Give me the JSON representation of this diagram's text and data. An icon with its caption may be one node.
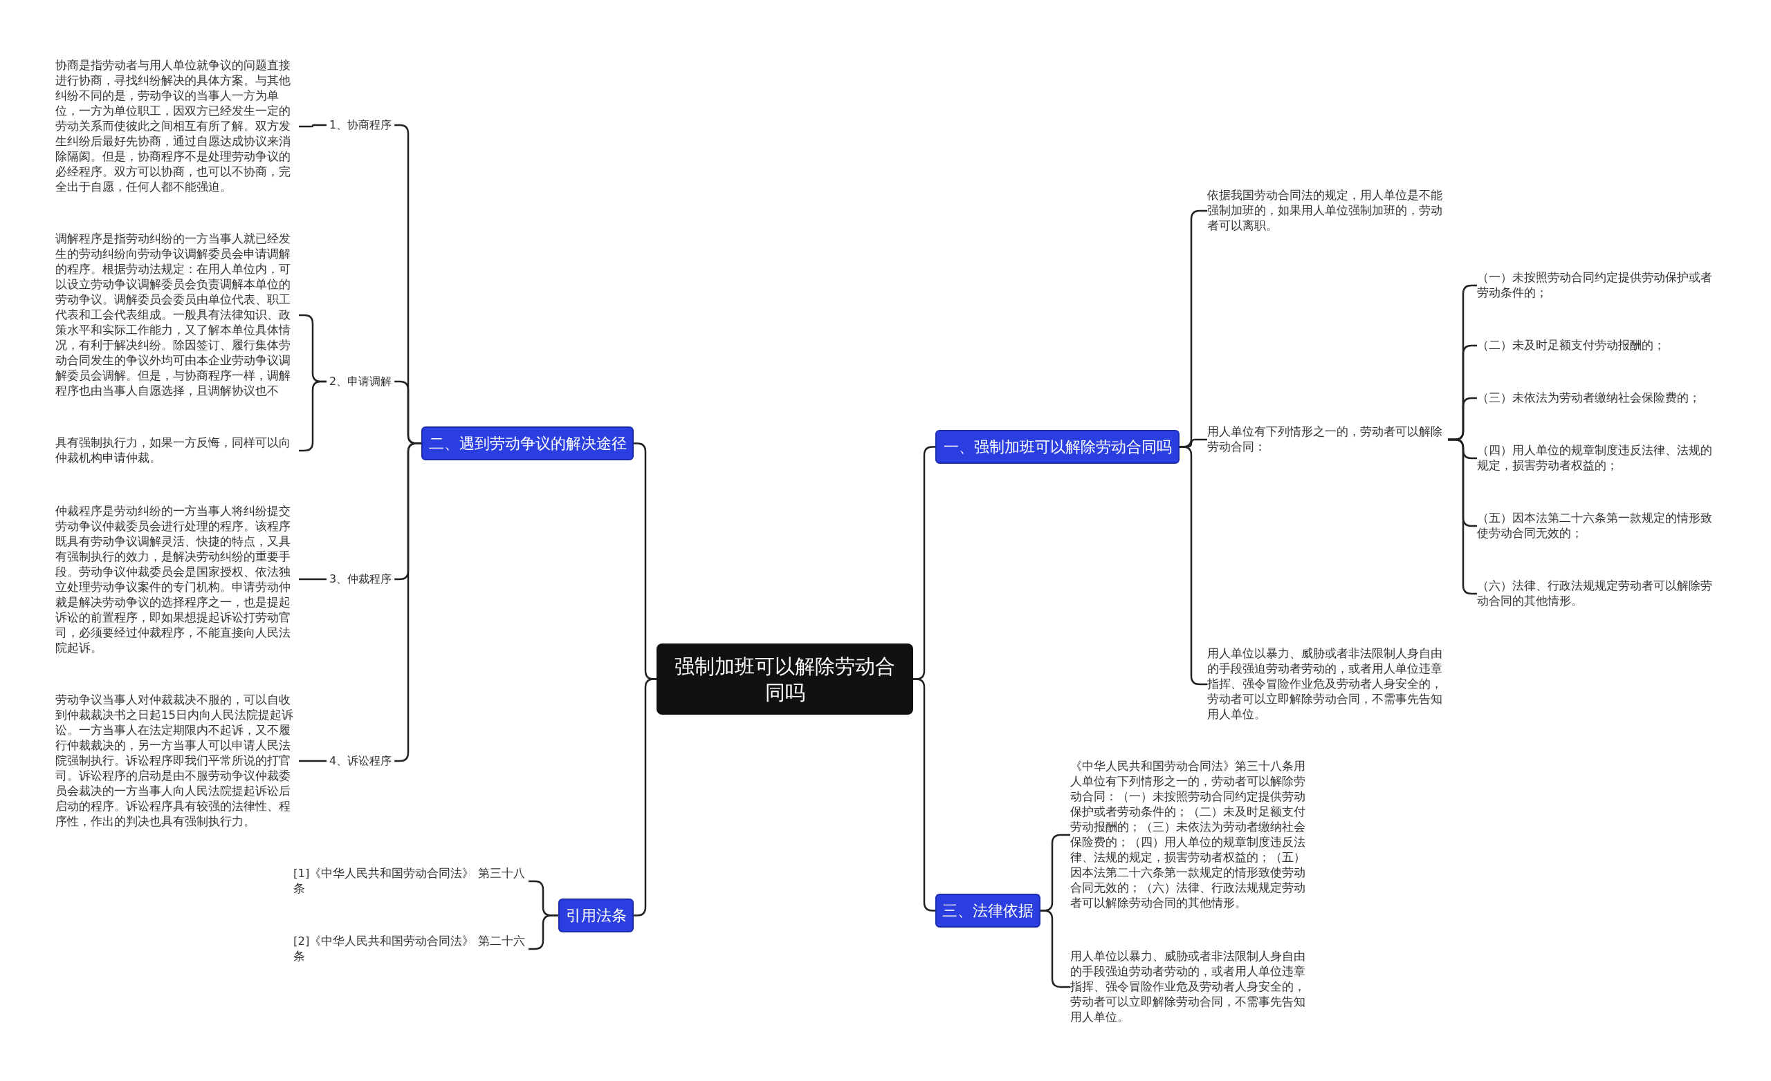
{
  "diagram": {
    "nodes": [
      {
        "text": [
          "强制加班可以解除劳动合同吗"
        ]
      },
      {
        "text": [
          "二、遇到劳动争议的解决途径"
        ]
      },
      {
        "text": [
          "1、协商程序"
        ]
      },
      {
        "text": [
          "协商是指劳动者与用人单位就争议的问题直接进行协商，寻找纠纷解决的具体方案。与其他纠纷不同的是，劳动争议的当事人一方为单位，一方为单位职工，因双方已经发生一定的劳动关系而使彼此之间相互有所了解。双方发生纠纷后最好先协商，通过自愿达成协议来消除隔阂。但是，协商程序不是处理劳动争议的必经程序。双方可以协商，也可以不协商，完全出于自愿，任何人都不能强迫。"
        ]
      },
      {
        "text": [
          "2、申请调解"
        ]
      },
      {
        "text": [
          "调解程序是指劳动纠纷的一方当事人就已经发生的劳动纠纷向劳动争议调解委员会申请调解的程序。根据劳动法规定：在用人单位内，可以设立劳动争议调解委员会负责调解本单位的劳动争议。调解委员会委员由单位代表、职工代表和工会代表组成。一般具有法律知识、政策水平和实际工作能力，又了解本单位具体情况，有利于解决纠纷。除因签订、履行集体劳动合同发生的争议外均可由本企业劳动争议调解委员会调解。但是，与协商程序一样，调解程序也由当事人自愿选择，且调解协议也不"
        ]
      },
      {
        "text": [
          "具有强制执行力，如果一方反悔，同样可以向仲裁机构申请仲裁。"
        ]
      },
      {
        "text": [
          "3、仲裁程序"
        ]
      },
      {
        "text": [
          "仲裁程序是劳动纠纷的一方当事人将纠纷提交劳动争议仲裁委员会进行处理的程序。该程序既具有劳动争议调解灵活、快捷的特点，又具有强制执行的效力，是解决劳动纠纷的重要手段。劳动争议仲裁委员会是国家授权、依法独立处理劳动争议案件的专门机构。申请劳动仲裁是解决劳动争议的选择程序之一，也是提起诉讼的前置程序，即如果想提起诉讼打劳动官司，必须要经过仲裁程序，不能直接向人民法院起诉。"
        ]
      },
      {
        "text": [
          "4、诉讼程序"
        ]
      },
      {
        "text": [
          "劳动争议当事人对仲裁裁决不服的，可以自收到仲裁裁决书之日起15日内向人民法院提起诉讼。一方当事人在法定期限内不起诉，又不履行仲裁裁决的，另一方当事人可以申请人民法院强制执行。诉讼程序即我们平常所说的打官司。诉讼程序的启动是由不服劳动争议仲裁委员会裁决的一方当事人向人民法院提起诉讼后启动的程序。诉讼程序具有较强的法律性、程序性，作出的判决也具有强制执行力。"
        ]
      },
      {
        "text": [
          "引用法条"
        ]
      },
      {
        "text": [
          "[1]《中华人民共和国劳动合同法》 第三十八条"
        ]
      },
      {
        "text": [
          "[2]《中华人民共和国劳动合同法》 第二十六条"
        ]
      },
      {
        "text": [
          "一、强制加班可以解除劳动合同吗"
        ]
      },
      {
        "text": [
          "依据我国劳动合同法的规定，用人单位是不能强制加班的，如果用人单位强制加班的，劳动者可以离职。"
        ]
      },
      {
        "text": [
          "用人单位有下列情形之一的，劳动者可以解除劳动合同："
        ]
      },
      {
        "text": [
          "（一）未按照劳动合同约定提供劳动保护或者劳动条件的；"
        ]
      },
      {
        "text": [
          "（二）未及时足额支付劳动报酬的；"
        ]
      },
      {
        "text": [
          "（三）未依法为劳动者缴纳社会保险费的；"
        ]
      },
      {
        "text": [
          "（四）用人单位的规章制度违反法律、法规的规定，损害劳动者权益的；"
        ]
      },
      {
        "text": [
          "（五）因本法第二十六条第一款规定的情形致使劳动合同无效的；"
        ]
      },
      {
        "text": [
          "（六）法律、行政法规规定劳动者可以解除劳动合同的其他情形。"
        ]
      },
      {
        "text": [
          "用人单位以暴力、威胁或者非法限制人身自由的手段强迫劳动者劳动的，或者用人单位违章指挥、强令冒险作业危及劳动者人身安全的，劳动者可以立即解除劳动合同，不需事先告知用人单位。"
        ]
      },
      {
        "text": [
          "三、法律依据"
        ]
      },
      {
        "text": [
          "《中华人民共和国劳动合同法》第三十八条用人单位有下列情形之一的，劳动者可以解除劳动合同：（一）未按照劳动合同约定提供劳动保护或者劳动条件的；（二）未及时足额支付劳动报酬的；（三）未依法为劳动者缴纳社会保险费的；（四）用人单位的规章制度违反法律、法规的规定，损害劳动者权益的；（五）因本法第二十六条第一款规定的情形致使劳动合同无效的；（六）法律、行政法规规定劳动者可以解除劳动合同的其他情形。"
        ]
      },
      {
        "text": [
          "用人单位以暴力、威胁或者非法限制人身自由的手段强迫劳动者劳动的，或者用人单位违章指挥、强令冒险作业危及劳动者人身安全的，劳动者可以立即解除劳动合同，不需事先告知用人单位。"
        ]
      }
    ],
    "edges": [
      {
        "from": 0,
        "to": 1,
        "arrow": "none"
      },
      {
        "from": 1,
        "to": 2,
        "arrow": "none"
      },
      {
        "from": 2,
        "to": 3,
        "arrow": "none"
      },
      {
        "from": 1,
        "to": 4,
        "arrow": "none"
      },
      {
        "from": 4,
        "to": 5,
        "arrow": "none"
      },
      {
        "from": 4,
        "to": 6,
        "arrow": "none"
      },
      {
        "from": 1,
        "to": 7,
        "arrow": "none"
      },
      {
        "from": 7,
        "to": 8,
        "arrow": "none"
      },
      {
        "from": 1,
        "to": 9,
        "arrow": "none"
      },
      {
        "from": 9,
        "to": 10,
        "arrow": "none"
      },
      {
        "from": 0,
        "to": 11,
        "arrow": "none"
      },
      {
        "from": 11,
        "to": 12,
        "arrow": "none"
      },
      {
        "from": 11,
        "to": 13,
        "arrow": "none"
      },
      {
        "from": 0,
        "to": 14,
        "arrow": "none"
      },
      {
        "from": 14,
        "to": 15,
        "arrow": "none"
      },
      {
        "from": 14,
        "to": 16,
        "arrow": "none"
      },
      {
        "from": 16,
        "to": 17,
        "arrow": "none"
      },
      {
        "from": 16,
        "to": 18,
        "arrow": "none"
      },
      {
        "from": 16,
        "to": 19,
        "arrow": "none"
      },
      {
        "from": 16,
        "to": 20,
        "arrow": "none"
      },
      {
        "from": 16,
        "to": 21,
        "arrow": "none"
      },
      {
        "from": 16,
        "to": 22,
        "arrow": "none"
      },
      {
        "from": 14,
        "to": 23,
        "arrow": "none"
      },
      {
        "from": 0,
        "to": 24,
        "arrow": "none"
      },
      {
        "from": 24,
        "to": 25,
        "arrow": "none"
      },
      {
        "from": 24,
        "to": 26,
        "arrow": "none"
      }
    ]
  }
}
